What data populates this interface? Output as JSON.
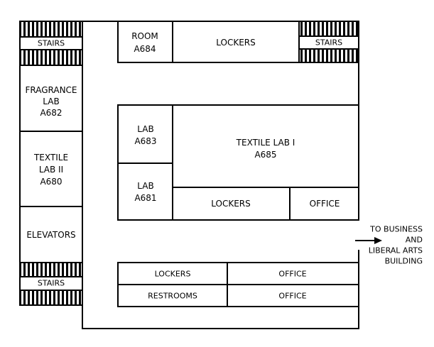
{
  "rooms": {
    "stairs_top_left": "STAIRS",
    "fragrance_lab": [
      "FRAGRANCE",
      "LAB",
      "A682"
    ],
    "textile_lab_2": [
      "TEXTILE",
      "LAB II",
      "A680"
    ],
    "elevators": "ELEVATORS",
    "stairs_bottom_left": "STAIRS",
    "room_a684": [
      "ROOM",
      "A684"
    ],
    "lockers_top": "LOCKERS",
    "stairs_top_right": "STAIRS",
    "lab_a683": [
      "LAB",
      "A683"
    ],
    "lab_a681": [
      "LAB",
      "A681"
    ],
    "textile_lab_1": [
      "TEXTILE LAB I",
      "A685"
    ],
    "lockers_mid": "LOCKERS",
    "office_mid": "OFFICE",
    "lockers_bottom": "LOCKERS",
    "office_bottom_1": "OFFICE",
    "restrooms": "RESTROOMS",
    "office_bottom_2": "OFFICE"
  },
  "exit_label": [
    "TO BUSINESS",
    "AND",
    "LIBERAL ARTS",
    "BUILDING"
  ]
}
